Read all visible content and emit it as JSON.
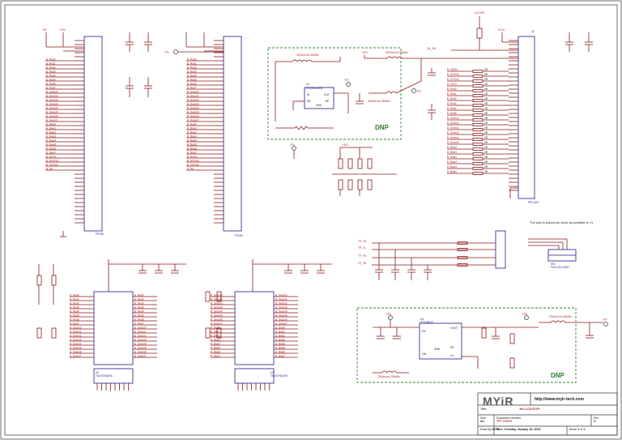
{
  "sheet": {
    "company_logo": "MYiR",
    "website": "http://www.myir-tech.com",
    "title_label": "Title",
    "title_value": "MY-LCD70TP",
    "size_label": "Size",
    "size_value": "A4",
    "doc_number_label": "Document Number",
    "doc_number_value": "TFT LCD70",
    "rev_label": "Rev",
    "rev_value": "C",
    "drawn_by_label": "Draw By",
    "drawn_by_value": "MYIR",
    "date_label": "Date:",
    "date_value": "Tuesday, January 15, 2013",
    "sheet_label": "Sheet",
    "sheet_value": "1",
    "of_label": "of",
    "of_value": "1"
  },
  "blocks": {
    "dnp_top_label": "DNP",
    "dnp_bottom_label": "DNP",
    "conn_left_label": "FPC50",
    "conn_mid_label": "FPC50",
    "conn_right_label": "FPC-40P",
    "conn_right_ref": "J1",
    "ic_u1_ref": "U1",
    "ic_u1_part": "RT9193-33PB",
    "ic_u1_pins": [
      "IN",
      "OUT",
      "EN",
      "GND",
      "BP"
    ],
    "ic_u2_ref": "U2",
    "ic_u2_part": "74LVCH16245",
    "ic_u3_ref": "U3",
    "ic_u3_part": "74LVCH16245",
    "ic_u4_ref": "U4",
    "ic_u4_part": "RT9266GE",
    "ic_u4_pins": [
      "VOUT",
      "EN",
      "FB",
      "LX",
      "VIN",
      "GND"
    ],
    "switch_ref": "SW",
    "switch_part": "FH12-5S-0.5SH",
    "note_text": "The part is placed as close as possible to J1",
    "inductor_l1": "220ohm at 100MHz",
    "inductor_l2": "220ohm at 100MHz",
    "inductor_l3": "220ohm at 100MHz",
    "inductor_l4": "220ohm at 100MHz",
    "inductor_l5": "220ohm at 100MHz",
    "inductor_l6": "220ohm at 100MHz",
    "testpoints": [
      "TP1",
      "TP2",
      "TP3",
      "TP4",
      "TP5",
      "TP6",
      "TP7"
    ]
  },
  "nets": {
    "rails": [
      "+5V",
      "+3V3",
      "VLCD",
      "LCD+5V",
      "VCC",
      "VCC1"
    ],
    "left_signals": [
      "B_Red0",
      "B_Red1",
      "B_Red2",
      "B_Red3",
      "B_Red4",
      "B_Red5",
      "B_Red6",
      "B_Red7",
      "B_Green0",
      "B_Green1",
      "B_Green2",
      "B_Green3",
      "B_Green4",
      "B_Green5",
      "B_Green6",
      "B_Green7",
      "B_Blue0",
      "B_Blue1",
      "B_Blue2",
      "B_Blue3",
      "B_Blue4",
      "B_Blue5",
      "B_Blue6",
      "B_Blue7",
      "B_DCLK",
      "B_HSYNC",
      "B_VSYNC",
      "B_DE"
    ],
    "right_resistor_nets": [
      "B_VDEN",
      "B_HSYNC",
      "B_VSYNC",
      "B_VCLK",
      "B_Red0",
      "B_Red1",
      "B_Red2",
      "B_Red3",
      "B_Red4",
      "B_Red5",
      "B_Green0",
      "B_Green1",
      "B_Green2",
      "B_Green3",
      "B_Green4",
      "B_Green5",
      "B_Blue0",
      "B_Blue1",
      "B_Blue2",
      "B_Blue3",
      "B_Blue4",
      "B_Blue5"
    ],
    "touch_nets": [
      "TP_YU",
      "TP_XL",
      "TP_YD",
      "TP_XR"
    ],
    "bl_enable": "BL_EN"
  },
  "resistor_value": "0R"
}
